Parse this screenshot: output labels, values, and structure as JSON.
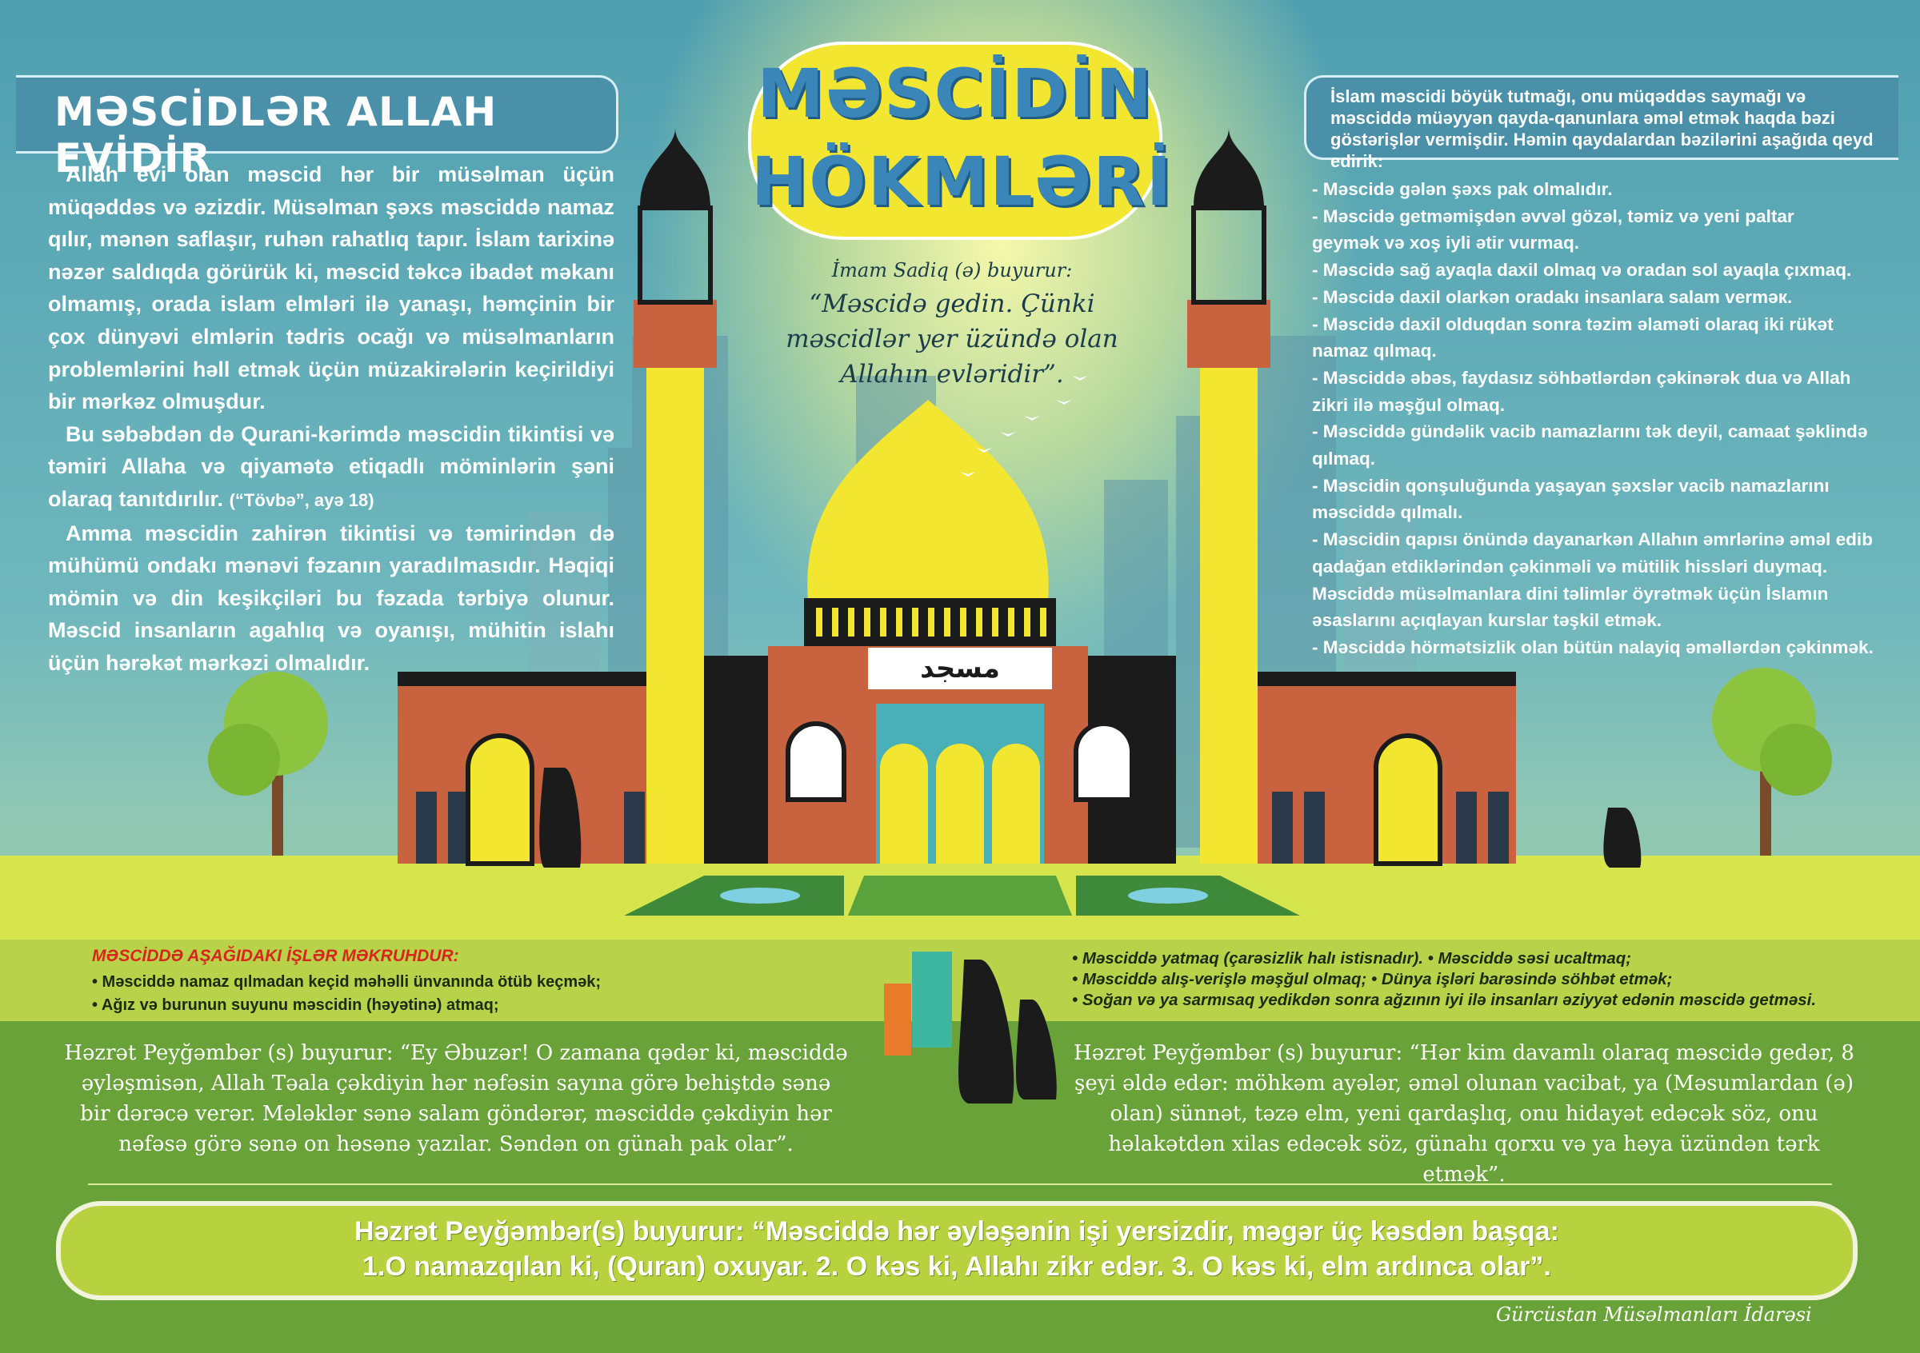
{
  "left_heading": "MƏSCİDLƏR ALLAH EVİDİR",
  "left_paragraphs": [
    "Allah evi olan məscid hər bir müsəlman üçün müqəddəs və əzizdir. Müsəlman şəxs məsciddə namaz qılır, mənən saflaşır, ruhən rahatlıq tapır. İslam tarixinə nəzər saldıqda görürük ki, məscid təkcə ibadət məkanı olmamış, orada islam elmləri ilə yanaşı, həmçinin bir çox dünyəvi elmlərin tədris ocağı və müsəlmanların problemlərini həll etmək üçün müzakirələrin keçirildiyi bir mərkəz olmuşdur.",
    "Bu səbəbdən də Qurani-kərimdə məscidin tikintisi və təmiri Allaha və qiyamətə etiqadlı möminlərin şəni olaraq tanıtdırılır.",
    "Amma məscidin zahirən tikintisi və təmirindən də mühümü ondakı mənəvi fəzanın yaradılmasıdır. Həqiqi mömin və din keşikçiləri bu fəzada tərbiyə olunur. Məscid insanların agahlıq və oyanışı, mühitin islahı üçün hərəkət mərkəzi olmalıdır."
  ],
  "left_ref": "(“Tövbə”, ayə 18)",
  "title": {
    "line1": "MƏSCİDİN",
    "line2": "HÖKMLƏRİ"
  },
  "mosque_sign": "مسجد",
  "imam_quote": {
    "attribution": "İmam Sadiq (ə) buyurur:",
    "text": "“Məscidə gedin. Çünki məscidlər yer üzündə olan Allahın evləridir”."
  },
  "right_intro": "İslam məscidi böyük tutmağı, onu müqəddəs saymağı və məsciddə müəyyən qayda-qanunlara əməl etmək haqda bəzi göstərişlər vermişdir. Həmin qaydalardan bəzilərini aşağıda qeyd edirik:",
  "right_lines": [
    "- Məscidə gələn şəxs pak olmalıdır.",
    "- Məscidə getməmişdən əvvəl gözəl, təmiz və yeni paltar",
    "geymək və xoş iyli ətir vurmaq.",
    "- Məscidə sağ ayaqla daxil olmaq və oradan sol ayaqla çıxmaq.",
    "- Məscidə daxil olarkən oradakı insanlara salam verməк.",
    "- Məscidə daxil olduqdan sonra təzim əlaməti olaraq iki rükət",
    "namaz qılmaq.",
    "- Məsciddə əbəs, faydasız söhbətlərdən çəkinərək dua və Allah",
    "zikri ilə məşğul olmaq.",
    "- Məsciddə gündəlik vacib namazlarını tək deyil, camaat şəklində",
    "qılmaq.",
    "- Məscidin qonşuluğunda yaşayan şəxslər vacib namazlarını",
    "məsciddə qılmalı.",
    "- Məscidin qapısı önündə dayanarkən Allahın əmrlərinə əməl edib",
    "qadağan etdiklərindən çəkinməli və mütilik hissləri duymaq.",
    "Məsciddə müsəlmanlara dini təlimlər öyrətmək üçün İslamın",
    "əsaslarını açıqlayan kurslar təşkil etmək.",
    "- Məsciddə hörmətsizlik olan bütün nalayiq əməllərdən çəkinmək."
  ],
  "makruh": {
    "title": "MƏSCİDDƏ AŞAĞIDAKI İŞLƏR MƏKRUHDUR:",
    "left_items": [
      "• Məsciddə namaz qılmadan keçid məhəlli ünvanında ötüb keçmək;",
      "• Ağız və burunun suyunu məscidin (həyətinə) atmaq;"
    ],
    "right_items": [
      "• Məsciddə yatmaq (çarəsizlik halı istisnadır).  • Məsciddə səsi ucaltmaq;",
      "• Məsciddə alış-verişlə məşğul olmaq; • Dünya işləri barəsində söhbət etmək;",
      "• Soğan və ya sarmısaq yedikdən sonra ağzının iyi ilə insanları əziyyət edənin məscidə getməsi."
    ]
  },
  "hadith_left": [
    "Həzrət Peyğəmbər (s) buyurur: “Ey Əbuzər! O zamana qədər ki, məsciddə",
    "əyləşmisən, Allah Təala çəkdiyin hər nəfəsin sayına görə behiştdə sənə",
    "bir dərəcə verər. Mələklər sənə salam göndərər, məsciddə çəkdiyin hər",
    "nəfəsə görə sənə on həsənə yazılar. Səndən on günah pak olar”."
  ],
  "hadith_right": [
    "Həzrət Peyğəmbər (s)  buyurur: “Hər kim davamlı olaraq məscidə gedər, 8",
    "şeyi əldə edər: möhkəm ayələr, əməl olunan vacibat, ya (Məsumlardan (ə)",
    "olan) sünnət, təzə elm, yeni qardaşlıq, onu hidayət edəcək söz, onu",
    "həlakətdən xilas edəcək söz, günahı qorxu və ya həya üzündən tərk etmək”."
  ],
  "banner": {
    "line1": "Həzrət Peyğəmbər(s) buyurur: “Məsciddə hər əyləşənin işi yersizdir, məgər üç kəsdən başqa:",
    "line2": "1.O namazqılan ki, (Quran) oxuyar.     2. O kəs ki, Allahı zikr edər.    3. O kəs ki, elm ardınca olar”."
  },
  "footer": "Gürcüstan Müsəlmanları İdarəsi",
  "colors": {
    "sky": "#4f9fb1",
    "yellow": "#f3e630",
    "brick": "#c8623f",
    "teal_blue": "#3a86b8",
    "grass": "#b8d34a",
    "dark_green": "#69a238",
    "red_title": "#d6261e"
  }
}
